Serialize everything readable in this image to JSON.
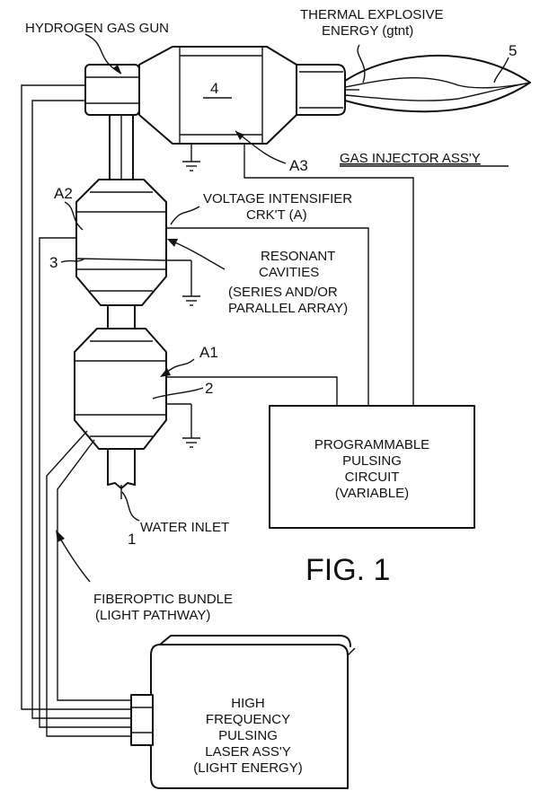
{
  "labels": {
    "hydrogen_gas_gun": "HYDROGEN GAS GUN",
    "thermal_line1": "THERMAL EXPLOSIVE",
    "thermal_line2": "ENERGY (gtnt)",
    "gas_injector": "GAS INJECTOR ASS'Y",
    "voltage_line1": "VOLTAGE INTENSIFIER",
    "voltage_line2": "CRK'T (A)",
    "resonant_line1": "RESONANT",
    "resonant_line2": "CAVITIES",
    "resonant_line3": "(SERIES AND/OR",
    "resonant_line4": "PARALLEL ARRAY)",
    "programmable_line1": "PROGRAMMABLE",
    "programmable_line2": "PULSING",
    "programmable_line3": "CIRCUIT",
    "programmable_line4": "(VARIABLE)",
    "water_inlet": "WATER INLET",
    "fiberoptic_line1": "FIBEROPTIC BUNDLE",
    "fiberoptic_line2": "(LIGHT PATHWAY)",
    "laser_line1": "HIGH",
    "laser_line2": "FREQUENCY",
    "laser_line3": "PULSING",
    "laser_line4": "LASER ASS'Y",
    "laser_line5": "(LIGHT ENERGY)",
    "figure_title": "FIG. 1"
  },
  "refs": {
    "r1": "1",
    "r2": "2",
    "r3": "3",
    "r4": "4",
    "r5": "5",
    "a1": "A1",
    "a2": "A2",
    "a3": "A3"
  }
}
